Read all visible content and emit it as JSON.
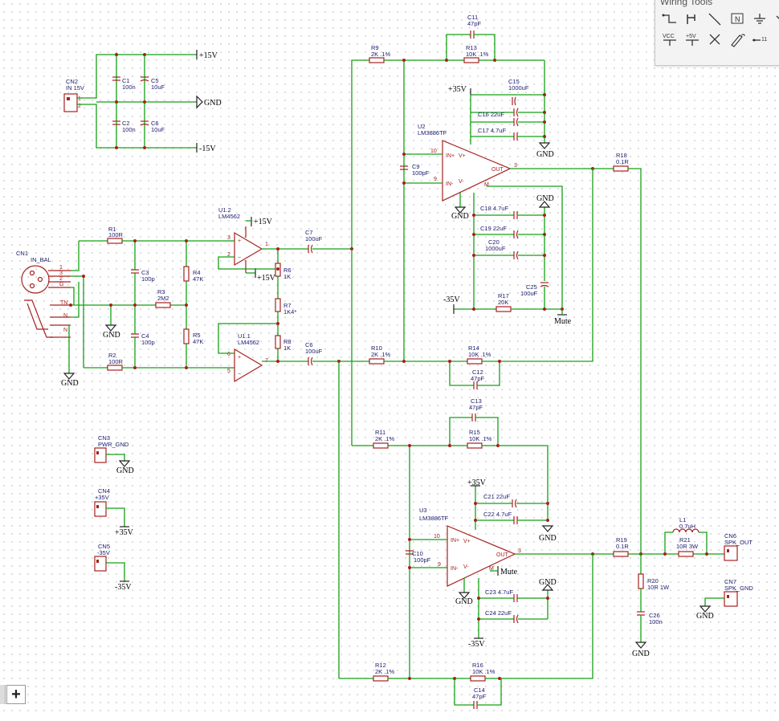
{
  "panel": {
    "title": "Wiring Tools",
    "tools": [
      "wire-tool-icon",
      "bus-tool-icon",
      "line-tool-icon",
      "netflag-tool-icon",
      "ground-tool-icon",
      "more-icon",
      "vcc-tool-icon",
      "plus5v-tool-icon",
      "no-connect-tool-icon",
      "probe-tool-icon",
      "pin-tool-icon"
    ],
    "vcc": "VCC",
    "p5v": "+5V",
    "netflag": "N"
  },
  "add_button": "+",
  "labels": {
    "cn2": "CN2",
    "cn2v": "IN 15V",
    "c1": "C1",
    "c1v": "100n",
    "c5": "C5",
    "c5v": "10uF",
    "c2": "C2",
    "c2v": "100n",
    "c6": "C6",
    "c6v": "10uF",
    "cn1": "CN1",
    "cn1v": "IN_BAL",
    "r1": "R1",
    "r1v": "100R",
    "r2": "R2",
    "r2v": "100R",
    "c3": "C3",
    "c3v": "100p",
    "c4": "C4",
    "c4v": "100p",
    "r3": "R3",
    "r3v": "2M2",
    "r4": "R4",
    "r4v": "47K",
    "r5": "R5",
    "r5v": "47K",
    "u12": "U1.2",
    "u12v": "LM4562",
    "u11": "U1.1",
    "u11v": "LM4562",
    "r6": "R6",
    "r6v": "1K",
    "r7": "R7",
    "r7v": "1K4*",
    "r8": "R8",
    "r8v": "1K",
    "c7": "C7",
    "c7v": "100uF",
    "c6b": "C6",
    "c6bv": "100uF",
    "r9": "R9",
    "r9v": "2K .1%",
    "r10": "R10",
    "r10v": "2K .1%",
    "r11": "R11",
    "r11v": "2K .1%",
    "r12": "R12",
    "r12v": "2K .1%",
    "r13": "R13",
    "r13v": "10K .1%",
    "r14": "R14",
    "r14v": "10K .1%",
    "r15": "R15",
    "r15v": "10K .1%",
    "r16": "R16",
    "r16v": "10K .1%",
    "c11": "C11",
    "c11v": "47pF",
    "c12": "C12",
    "c12v": "47pF",
    "c13": "C13",
    "c13v": "47pF",
    "c14": "C14",
    "c14v": "47pF",
    "u2": "U2",
    "u2v": "LM3886TF",
    "u3": "U3",
    "u3v": "LM3886TF",
    "c9": "C9",
    "c9v": "100pF",
    "c10": "C10",
    "c10v": "100pF",
    "c15": "C15",
    "c15v": "1000uF",
    "c16": "C16 22uF",
    "c17": "C17 4.7uF",
    "c18": "C18 4.7uF",
    "c19": "C19 22uF",
    "c20": "C20",
    "c20v": "1000uF",
    "c25": "C25",
    "c25v": "100uF",
    "r17": "R17",
    "r17v": "20K",
    "c21": "C21 22uF",
    "c22": "C22 4.7uF",
    "c23": "C23 4.7uF",
    "c24": "C24 22uF",
    "r18": "R18",
    "r18v": "0.1R",
    "r19": "R19",
    "r19v": "0.1R",
    "r20": "R20",
    "r20v": "10R 1W",
    "c26": "C26",
    "c26v": "100n",
    "l1": "L1",
    "l1v": "0.7uH",
    "r21": "R21",
    "r21v": "10R 3W",
    "cn6": "CN6",
    "cn6v": "SPK_OUT",
    "cn7": "CN7",
    "cn7v": "SPK_GND",
    "cn3": "CN3",
    "cn3v": "PWR_GND",
    "cn4": "CN4",
    "cn4v": "+35V",
    "cn5": "CN5",
    "cn5v": "-35V"
  },
  "nets": {
    "p15v": "+15V",
    "m15v": "-15V",
    "gnd": "GND",
    "p35v": "+35V",
    "m35v": "-35V",
    "mute": "Mute"
  },
  "pins": {
    "inp": "IN+",
    "inm": "IN-",
    "out": "OUT",
    "vp": "V+",
    "vm": "V-",
    "gndp": "GND",
    "m": "M",
    "tn": "TN",
    "n": "N",
    "g": "G"
  }
}
